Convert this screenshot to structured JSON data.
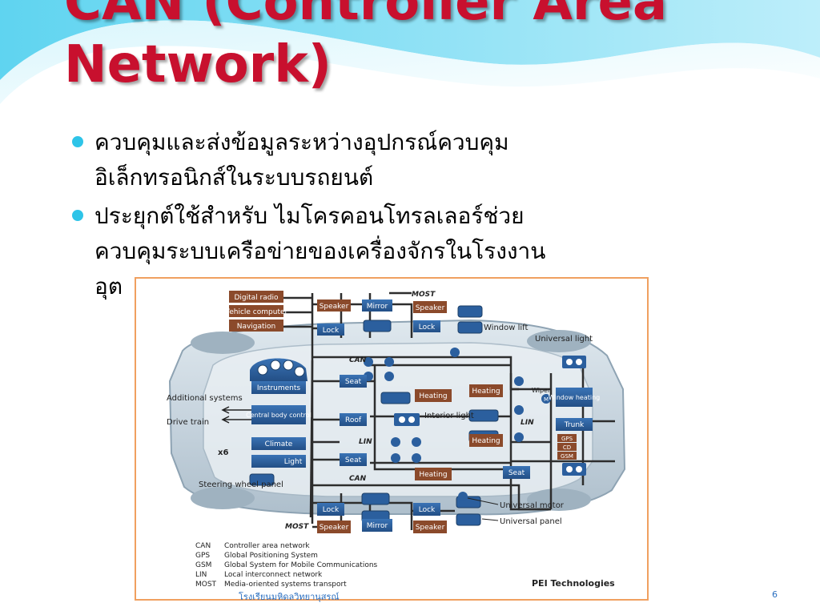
{
  "slide": {
    "title_line1": "CAN (Controller Area",
    "title_line2": "Network)",
    "bullets": [
      {
        "lines": [
          "ควบคุมและส่งข้อมูลระหว่างอุปกรณ์ควบคุม",
          "อิเล็กทรอนิกส์ในระบบรถยนต์"
        ]
      },
      {
        "lines": [
          "ประยุกต์ใช้สำหรับ ไมโครคอนโทรลเลอร์ช่วย",
          "ควบคุมระบบเครือข่ายของเครื่องจักรในโรงงาน",
          "อุต"
        ]
      }
    ],
    "footer_left": "โรงเรียนมหิดลวิทยานุสรณ์",
    "page_number": "6"
  },
  "figure": {
    "boxes": {
      "digital_radio": "Digital radio",
      "vehicle_computer": "Vehicle computer",
      "navigation": "Navigation",
      "speaker_top_left": "Speaker",
      "mirror_top": "Mirror",
      "speaker_top_right": "Speaker",
      "lock_top_left": "Lock",
      "lock_top_right": "Lock",
      "instruments": "Instruments",
      "central_body_control": "Central body control",
      "climate": "Climate",
      "light_left": "Light",
      "seat_upper": "Seat",
      "heating_upper": "Heating",
      "roof": "Roof",
      "seat_lower": "Seat",
      "heating_lower": "Heating",
      "heating_rear_upper": "Heating",
      "heating_rear_lower": "Heating",
      "window_heating": "Window heating",
      "trunk": "Trunk",
      "seat_rear": "Seat",
      "gps": "GPS",
      "cd": "CD",
      "gsm": "GSM",
      "lock_bottom_left": "Lock",
      "mirror_bottom": "Mirror",
      "speaker_bottom_left": "Speaker",
      "lock_bottom_right": "Lock",
      "speaker_bottom_right": "Speaker"
    },
    "labels": {
      "most_top": "MOST",
      "can_upper": "CAN",
      "lin_middle": "LIN",
      "can_lower": "CAN",
      "lin_rear": "LIN",
      "most_bottom": "MOST",
      "window_lift": "Window lift",
      "universal_light": "Universal light",
      "wiper": "Wiper",
      "additional_systems": "Additional systems",
      "drive_train": "Drive train",
      "interior_light": "Interior light",
      "x6": "x6",
      "steering_wheel_panel": "Steering wheel panel",
      "universal_motor": "Universal motor",
      "universal_panel": "Universal panel",
      "motor_glyph": "M"
    },
    "legend": [
      {
        "abbr": "CAN",
        "desc": "Controller area network"
      },
      {
        "abbr": "GPS",
        "desc": "Global Positioning System"
      },
      {
        "abbr": "GSM",
        "desc": "Global System for Mobile Communications"
      },
      {
        "abbr": "LIN",
        "desc": "Local interconnect network"
      },
      {
        "abbr": "MOST",
        "desc": "Media-oriented systems transport"
      }
    ],
    "credit": "PEI Technologies",
    "colors": {
      "node_blue": "#2b5f9e",
      "node_brown": "#8b4a2b",
      "bus_line": "#2d2d2d",
      "frame": "#f0a060"
    }
  }
}
